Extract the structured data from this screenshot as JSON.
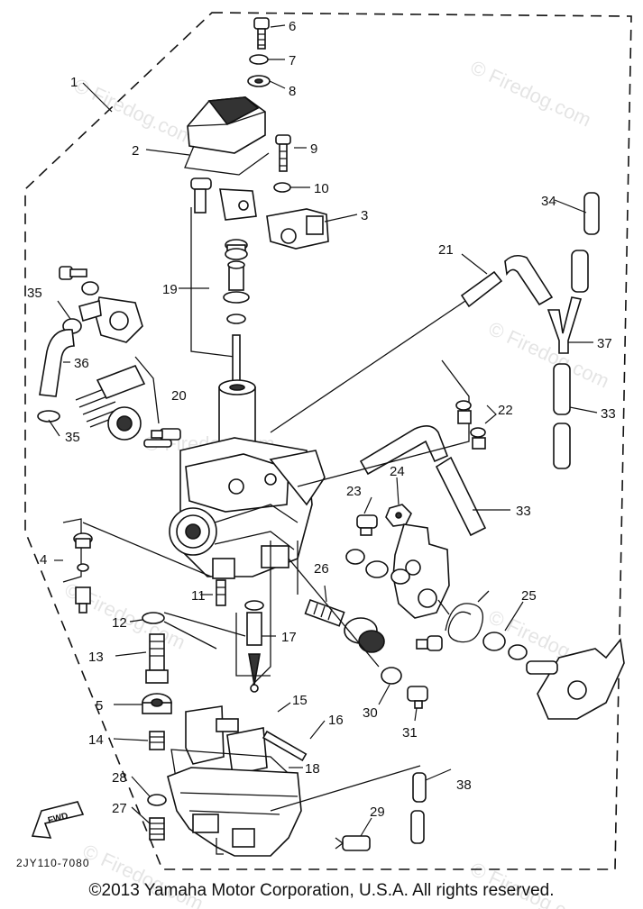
{
  "watermark": "© Firedog.com",
  "diagram_ref": "2JY110-7080",
  "fwd_label": "FWD",
  "copyright": "©2013 Yamaha Motor Corporation, U.S.A. All rights reserved.",
  "callouts": [
    "1",
    "2",
    "3",
    "4",
    "5",
    "6",
    "7",
    "8",
    "9",
    "10",
    "11",
    "12",
    "13",
    "14",
    "15",
    "16",
    "17",
    "18",
    "19",
    "20",
    "21",
    "22",
    "23",
    "24",
    "25",
    "26",
    "27",
    "28",
    "29",
    "30",
    "31",
    "33",
    "33",
    "34",
    "35",
    "35",
    "36",
    "37",
    "38"
  ]
}
